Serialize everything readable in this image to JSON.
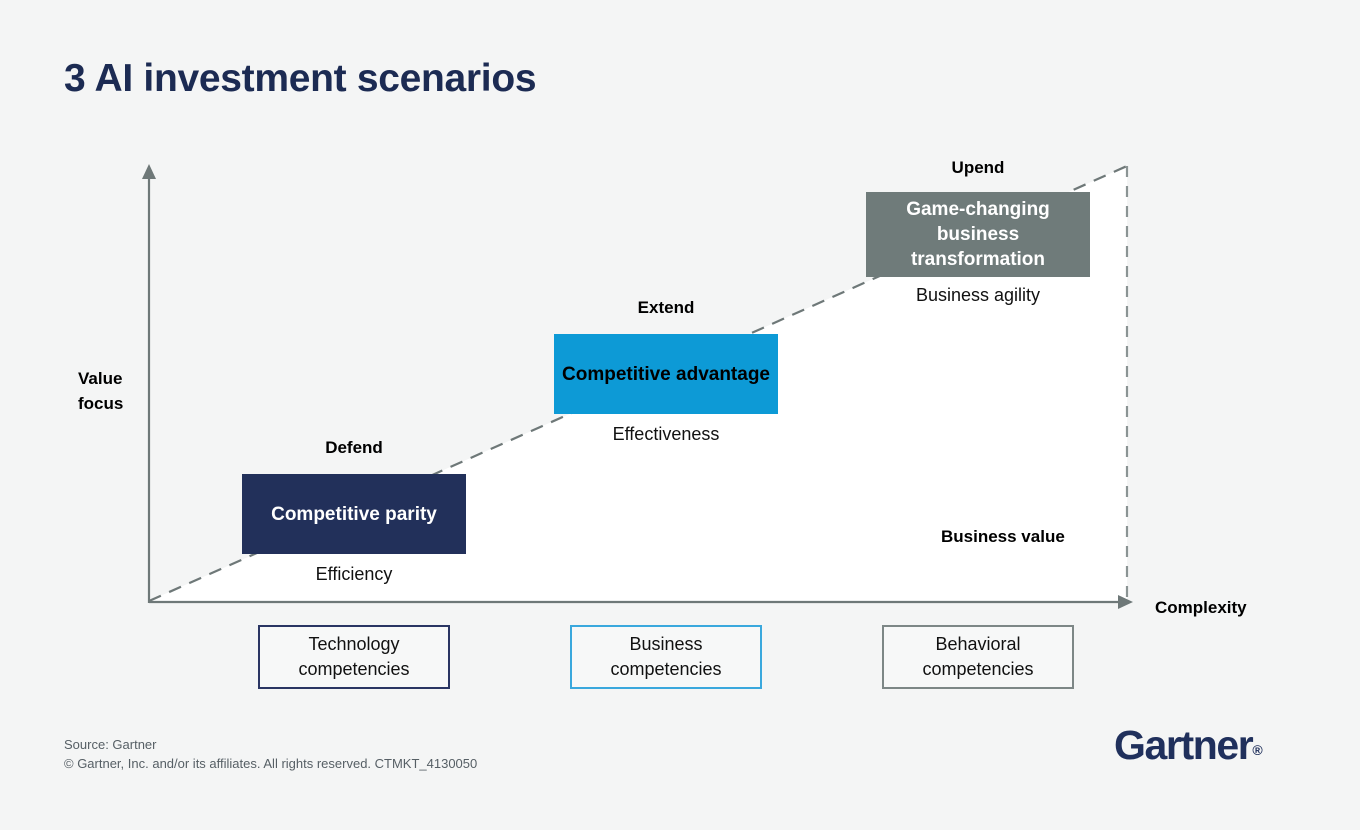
{
  "title": "3 AI investment scenarios",
  "axes": {
    "y_title": "Value focus",
    "x_title": "Complexity",
    "business_value_label": "Business value"
  },
  "tiers": [
    {
      "name": "Defend",
      "box_label": "Competitive parity",
      "caption": "Efficiency",
      "color": "#22305a",
      "text_color": "#ffffff"
    },
    {
      "name": "Extend",
      "box_label": "Competitive advantage",
      "caption": "Effectiveness",
      "color": "#0d9ad6",
      "text_color": "#000000"
    },
    {
      "name": "Upend",
      "box_label": "Game-changing business transformation",
      "caption": "Business agility",
      "color": "#6f7b7a",
      "text_color": "#ffffff"
    }
  ],
  "competencies": [
    {
      "label": "Technology competencies",
      "border_color": "#2a3563"
    },
    {
      "label": "Business competencies",
      "border_color": "#3aa8dd"
    },
    {
      "label": "Behavioral competencies",
      "border_color": "#7d8786"
    }
  ],
  "footer": {
    "source": "Source: Gartner",
    "copyright": "© Gartner, Inc. and/or its affiliates. All rights reserved. CTMKT_4130050",
    "logo": "Gartner",
    "logo_mark": "®"
  },
  "chart_data": {
    "type": "bar",
    "title": "3 AI investment scenarios",
    "xlabel": "Complexity",
    "ylabel": "Value focus",
    "grid": false,
    "legend": "none",
    "categories": [
      "Defend",
      "Extend",
      "Upend"
    ],
    "series": [
      {
        "name": "Value focus",
        "values": [
          1,
          2,
          3
        ],
        "labels": [
          "Competitive parity",
          "Competitive advantage",
          "Game-changing business transformation"
        ],
        "captions": [
          "Efficiency",
          "Effectiveness",
          "Business agility"
        ],
        "competencies": [
          "Technology competencies",
          "Business competencies",
          "Behavioral competencies"
        ],
        "colors": [
          "#22305a",
          "#0d9ad6",
          "#6f7b7a"
        ]
      }
    ],
    "annotations": [
      "Business value"
    ],
    "trend": {
      "style": "dashed",
      "direction": "increasing",
      "label": ""
    }
  },
  "colors": {
    "background": "#f4f5f5",
    "plot_background": "#ffffff",
    "title": "#1c2b53",
    "axis": "#6e7878",
    "brand": "#20305c",
    "accent": "#0d9ad6"
  }
}
